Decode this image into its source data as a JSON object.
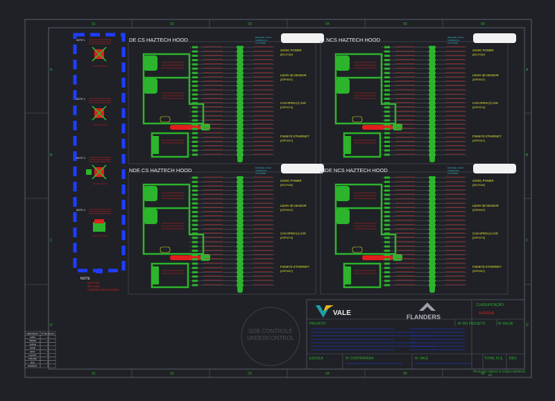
{
  "grid": {
    "cols": [
      "01",
      "02",
      "03",
      "04",
      "05",
      "06"
    ],
    "rows": [
      "A",
      "B",
      "C",
      "D"
    ]
  },
  "legend": {
    "notes": [
      "NOTE 1",
      "NOTE 2",
      "NOTE 3",
      "NOTE 4"
    ],
    "bottom_note": "NOTE",
    "bottom_note_text": [
      "NOTE TEXT",
      "SEE DETAIL",
      "FLANDERS CABLE ASSEMBLY"
    ]
  },
  "panels": [
    {
      "title": "DE CS HAZTECH HOOD"
    },
    {
      "title": "E NCS HAZTECH HOOD"
    },
    {
      "title": "NDE CS HAZTECH HOOD"
    },
    {
      "title": "NDE NCS HAZTECH HOOD"
    }
  ],
  "devices": [
    {
      "label": "24VDC POWER",
      "code": "[ZELF01E]"
    },
    {
      "label": "LIDAR 3D SENSOR",
      "code": "[ZSP0007]"
    },
    {
      "label": "CAN OPEN (A) SIG",
      "code": "[ZSP0274]"
    },
    {
      "label": "FISHEYE ETHERNET",
      "code": "[ZSP0427]"
    }
  ],
  "terminal_header": [
    "BRAIDED LOOM",
    "TERMINALS",
    "(0.75 MM2)"
  ],
  "watermark": [
    "SOB CONTROLE",
    "UNDERCONTROL"
  ],
  "title_block": {
    "brand1": "VALE",
    "brand2": "FLANDERS",
    "classificacao": "CLASSIFICAÇÃO",
    "classificacao_value": "INTERNA",
    "projeto": "PROJETO",
    "n_projeto": "Nº DO PROJETO",
    "n_de": "Nº DA DE",
    "escala": "ESCALA",
    "n_contratada": "Nº CONTRATADA",
    "n_vale": "Nº VALE",
    "total_fls": "TOTAL FLS.",
    "rev": "REV.",
    "footer_code": "PR-B-022 ANEXO 8 (A3)(CADERNO)",
    "footer_code2": "50"
  },
  "revision_table": {
    "header": [
      "DESCRIÇÃO",
      "Nº DE FOLHA"
    ],
    "rows": [
      [
        "CAPA",
        "1"
      ],
      [
        "ÍNDICE",
        "2"
      ],
      [
        "CAPA B",
        "3"
      ],
      [
        "BASE",
        "4"
      ],
      [
        "EIXO",
        "5"
      ],
      [
        "LAYOUT",
        "6"
      ],
      [
        "COLUNA",
        "7"
      ],
      [
        "BLE",
        "8"
      ],
      [
        "BANDEJA",
        "9"
      ]
    ]
  },
  "colors": {
    "bg": "#1f2126",
    "border": "#5a5f6a",
    "green": "#2cb52c",
    "red": "#e0201c",
    "blue": "#1f3dff",
    "yellow": "#e8e832",
    "cyan": "#2fb6c8",
    "white": "#eeeeee"
  }
}
